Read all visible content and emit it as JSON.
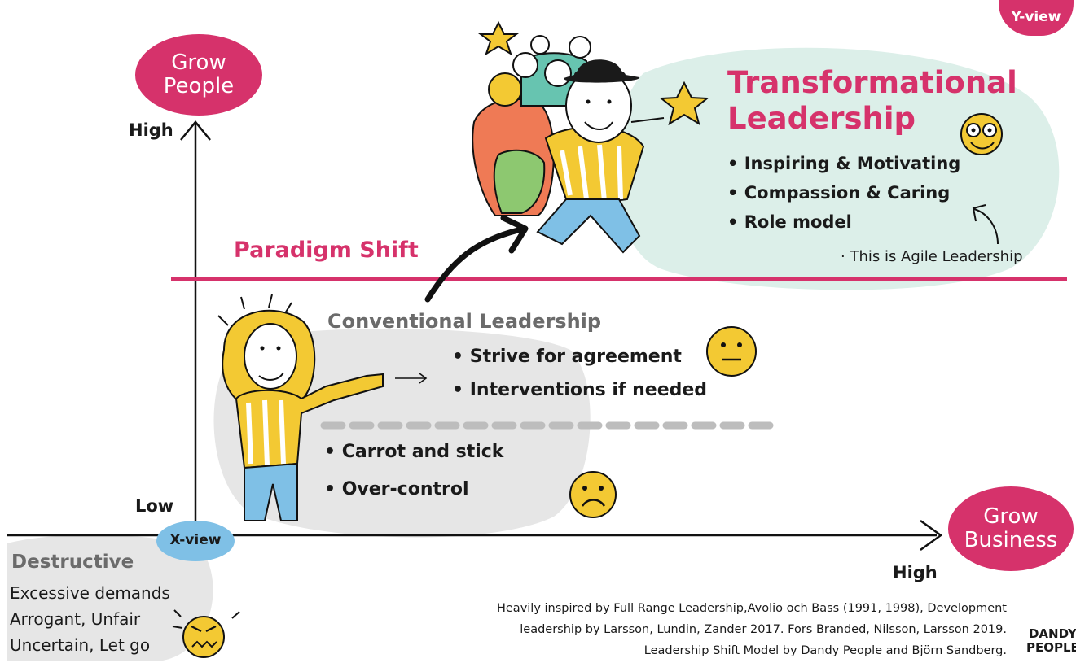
{
  "corner_badge": "Y-view",
  "y_axis": {
    "end_label_line1": "Grow",
    "end_label_line2": "People",
    "high_label": "High",
    "low_label": "Low"
  },
  "x_axis": {
    "end_label_line1": "Grow",
    "end_label_line2": "Business",
    "high_label": "High",
    "origin_badge": "X-view"
  },
  "transformational": {
    "title_line1": "Transformational",
    "title_line2": "Leadership",
    "items": [
      "• Inspiring & Motivating",
      "• Compassion & Caring",
      "• Role model"
    ],
    "note": "· This is Agile Leadership"
  },
  "paradigm_shift": "Paradigm Shift",
  "conventional": {
    "title": "Conventional Leadership",
    "upper_items": [
      "• Strive for agreement",
      "• Interventions if needed"
    ],
    "lower_items": [
      "• Carrot and stick",
      "• Over-control"
    ]
  },
  "destructive": {
    "title": "Destructive",
    "lines": [
      "Excessive demands",
      "Arrogant, Unfair",
      "Uncertain, Let go"
    ]
  },
  "credits": [
    "Heavily inspired by Full Range Leadership,Avolio och Bass (1991, 1998), Development",
    "leadership by Larsson, Lundin, Zander 2017. Fors Branded, Nilsson, Larsson 2019.",
    "Leadership Shift Model by Dandy People and Björn Sandberg."
  ],
  "logo": {
    "line1": "DANDY",
    "line2": "PEOPLE"
  },
  "colors": {
    "accent_pink": "#d6326b",
    "mint_blob": "#dcefe9",
    "grey_blob": "#e6e6e6",
    "x_view_blue": "#7fc0e6",
    "face_yellow": "#f3c933"
  }
}
